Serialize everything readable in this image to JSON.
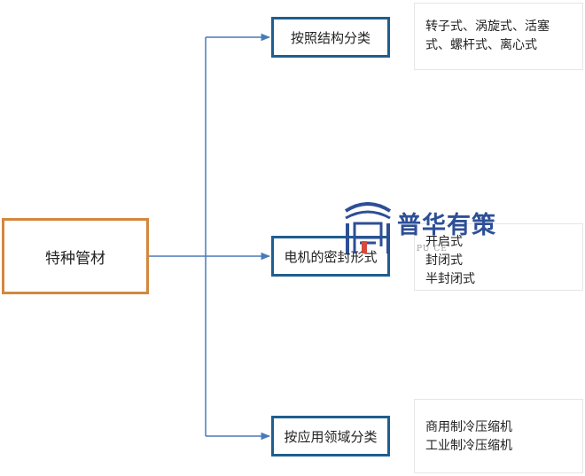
{
  "root": {
    "label": "特种管材"
  },
  "categories": [
    {
      "label": "按照结构分类",
      "items": [
        "转子式、涡旋式、活塞",
        "式、螺杆式、离心式"
      ]
    },
    {
      "label": "电机的密封形式",
      "items": [
        "开启式",
        "封闭式",
        "半封闭式"
      ]
    },
    {
      "label": "按应用领域分类",
      "items": [
        "商用制冷压缩机",
        "工业制冷压缩机"
      ]
    }
  ],
  "watermark": {
    "name": "普华有策",
    "sub": "PU        CE"
  },
  "colors": {
    "root_border": "#d4873d",
    "category_border": "#1f5e8e",
    "connector": "#4a7ab8"
  }
}
